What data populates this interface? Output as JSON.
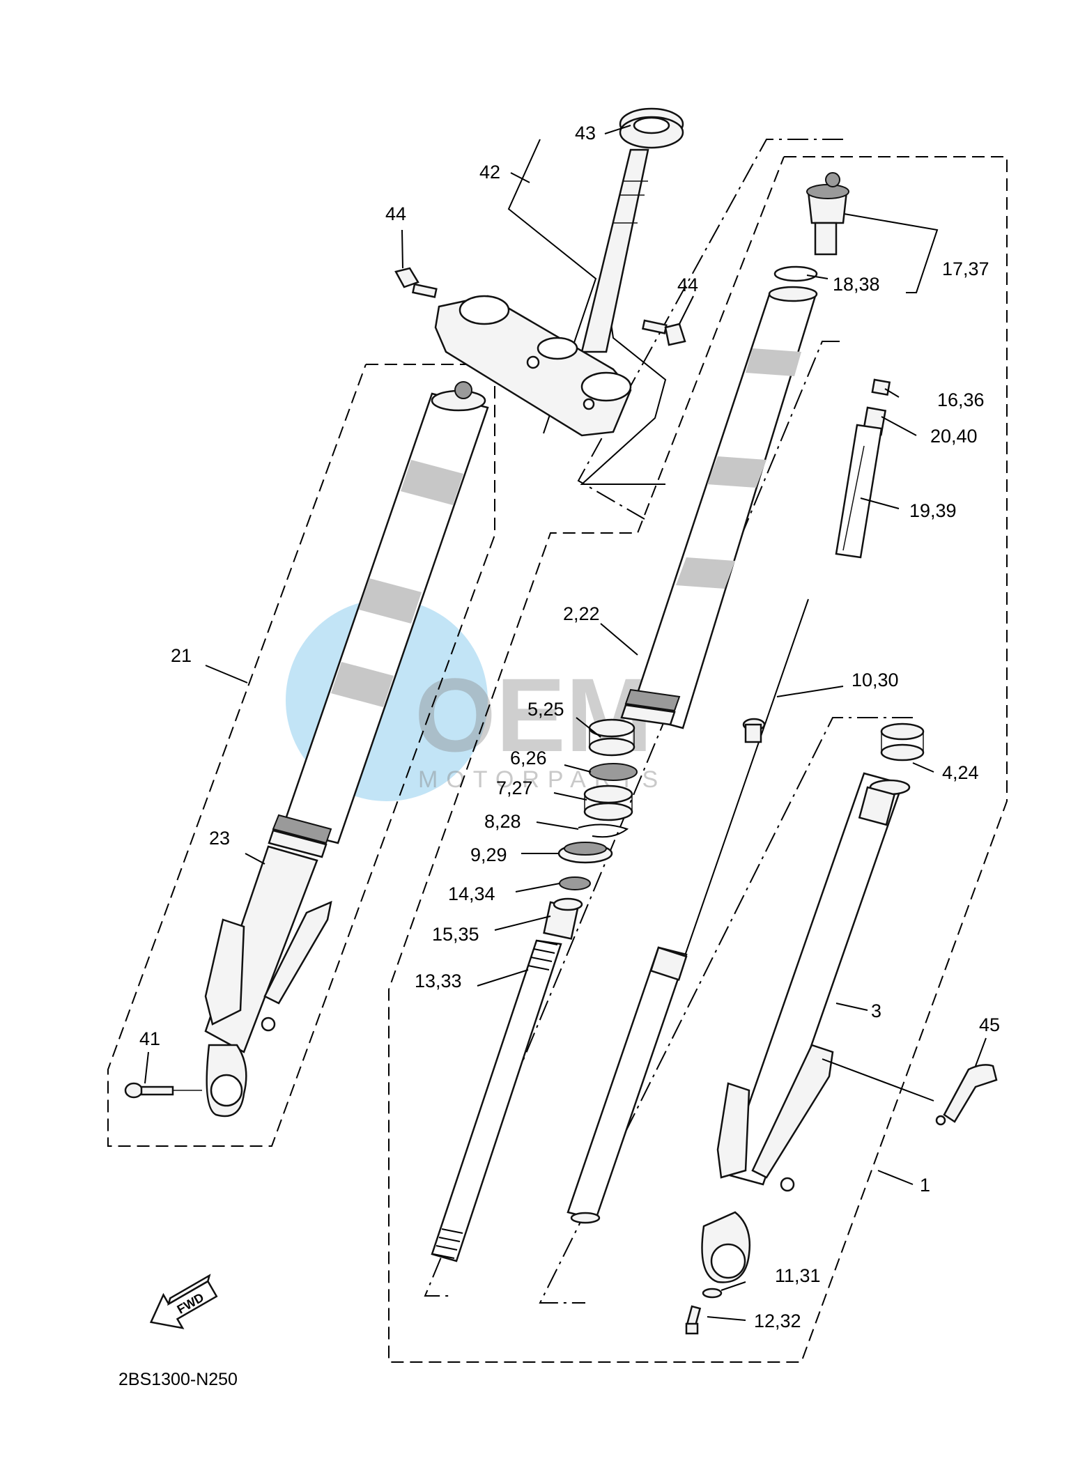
{
  "diagram": {
    "labels": {
      "l43": "43",
      "l42": "42",
      "l44a": "44",
      "l44b": "44",
      "l17_37": "17,37",
      "l18_38": "18,38",
      "l16_36": "16,36",
      "l20_40": "20,40",
      "l19_39": "19,39",
      "l21": "21",
      "l2_22": "2,22",
      "l10_30": "10,30",
      "l5_25": "5,25",
      "l6_26": "6,26",
      "l4_24": "4,24",
      "l7_27": "7,27",
      "l8_28": "8,28",
      "l23": "23",
      "l9_29": "9,29",
      "l14_34": "14,34",
      "l15_35": "15,35",
      "l13_33": "13,33",
      "l3": "3",
      "l45": "45",
      "l41": "41",
      "l1": "1",
      "l11_31": "11,31",
      "l12_32": "12,32"
    },
    "fwd_arrow": "FWD",
    "figure_code": "2BS1300-N250"
  },
  "watermark": {
    "brand": "OEM",
    "subtitle": "MOTORPARTS",
    "color": "#4fb3e6"
  }
}
